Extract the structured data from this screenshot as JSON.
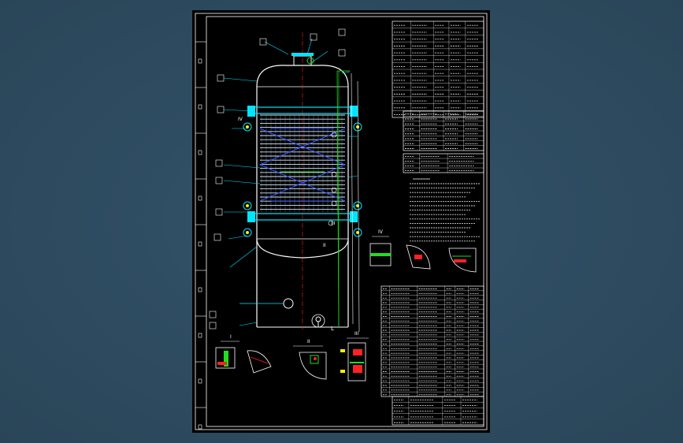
{
  "drawing": {
    "view_labels": {
      "detail_i": "I",
      "detail_ii": "II",
      "detail_iii": "III",
      "detail_iv": "IV",
      "callout_ii": "II",
      "callout_iii": "III",
      "callout_iv": "IV",
      "callout_l": "L"
    }
  },
  "colors": {
    "background": "#2e4a5e",
    "sheet": "#000000",
    "line": "#ffffff",
    "cyan": "#00e5ff",
    "green": "#22dd22",
    "blue": "#3355ff",
    "red": "#ff2222",
    "yellow": "#ffee00"
  }
}
